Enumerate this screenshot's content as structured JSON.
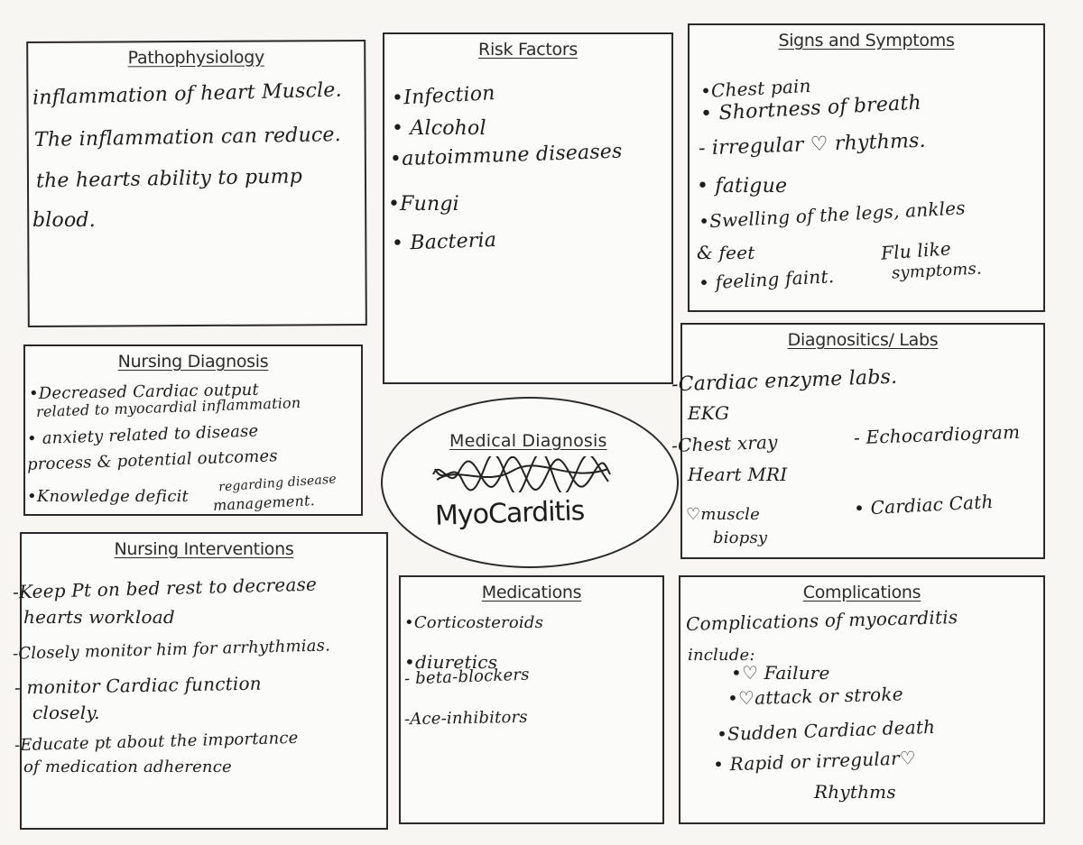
{
  "pathophysiology": {
    "title": "Pathophysiology",
    "lines": [
      "inflammation of heart Muscle.",
      "The inflammation can reduce.",
      "the hearts ability to pump",
      "blood."
    ]
  },
  "risk_factors": {
    "title": "Risk Factors",
    "items": [
      "•Infection",
      "• Alcohol",
      "•autoimmune diseases",
      "•Fungi",
      "• Bacteria"
    ]
  },
  "signs_symptoms": {
    "title": "Signs and Symptoms",
    "items": [
      "•Chest pain",
      "• Shortness of breath",
      "- irregular ♡ rhythms.",
      "• fatigue",
      "•Swelling of the legs, ankles",
      "& feet",
      "• feeling faint.",
      "Flu like",
      "symptoms."
    ]
  },
  "nursing_diagnosis": {
    "title": "Nursing Diagnosis",
    "lines": [
      "•Decreased Cardiac output",
      "related to myocardial inflammation",
      "• anxiety related to disease",
      "process & potential outcomes",
      "•Knowledge deficit",
      "regarding disease",
      "management."
    ]
  },
  "medical_diagnosis": {
    "title": "Medical Diagnosis",
    "value": "MyoCarditis"
  },
  "diagnostics_labs": {
    "title": "Diagnositics/ Labs",
    "items": [
      "-Cardiac enzyme labs.",
      "EKG",
      "-Chest xray",
      "- Echocardiogram",
      "Heart MRI",
      "♡muscle",
      "biopsy",
      "• Cardiac Cath"
    ]
  },
  "nursing_interventions": {
    "title": "Nursing Interventions",
    "lines": [
      "-Keep Pt on bed rest to decrease",
      "hearts workload",
      "-Closely monitor him for arrhythmias.",
      "- monitor Cardiac function",
      "closely.",
      "-Educate pt about the importance",
      "of medication adherence"
    ]
  },
  "medications": {
    "title": "Medications",
    "items": [
      "•Corticosteroids",
      "•diuretics",
      "- beta-blockers",
      "-Ace-inhibitors"
    ]
  },
  "complications": {
    "title": "Complications",
    "lines": [
      "Complications of myocarditis",
      "include:",
      "•♡ Failure",
      "•♡attack or stroke",
      "•Sudden Cardiac death",
      "• Rapid or irregular♡",
      "Rhythms"
    ]
  },
  "colors": {
    "ink": "#1d1d1d",
    "paper": "#fbfbf9",
    "border": "#2a2a2a"
  }
}
